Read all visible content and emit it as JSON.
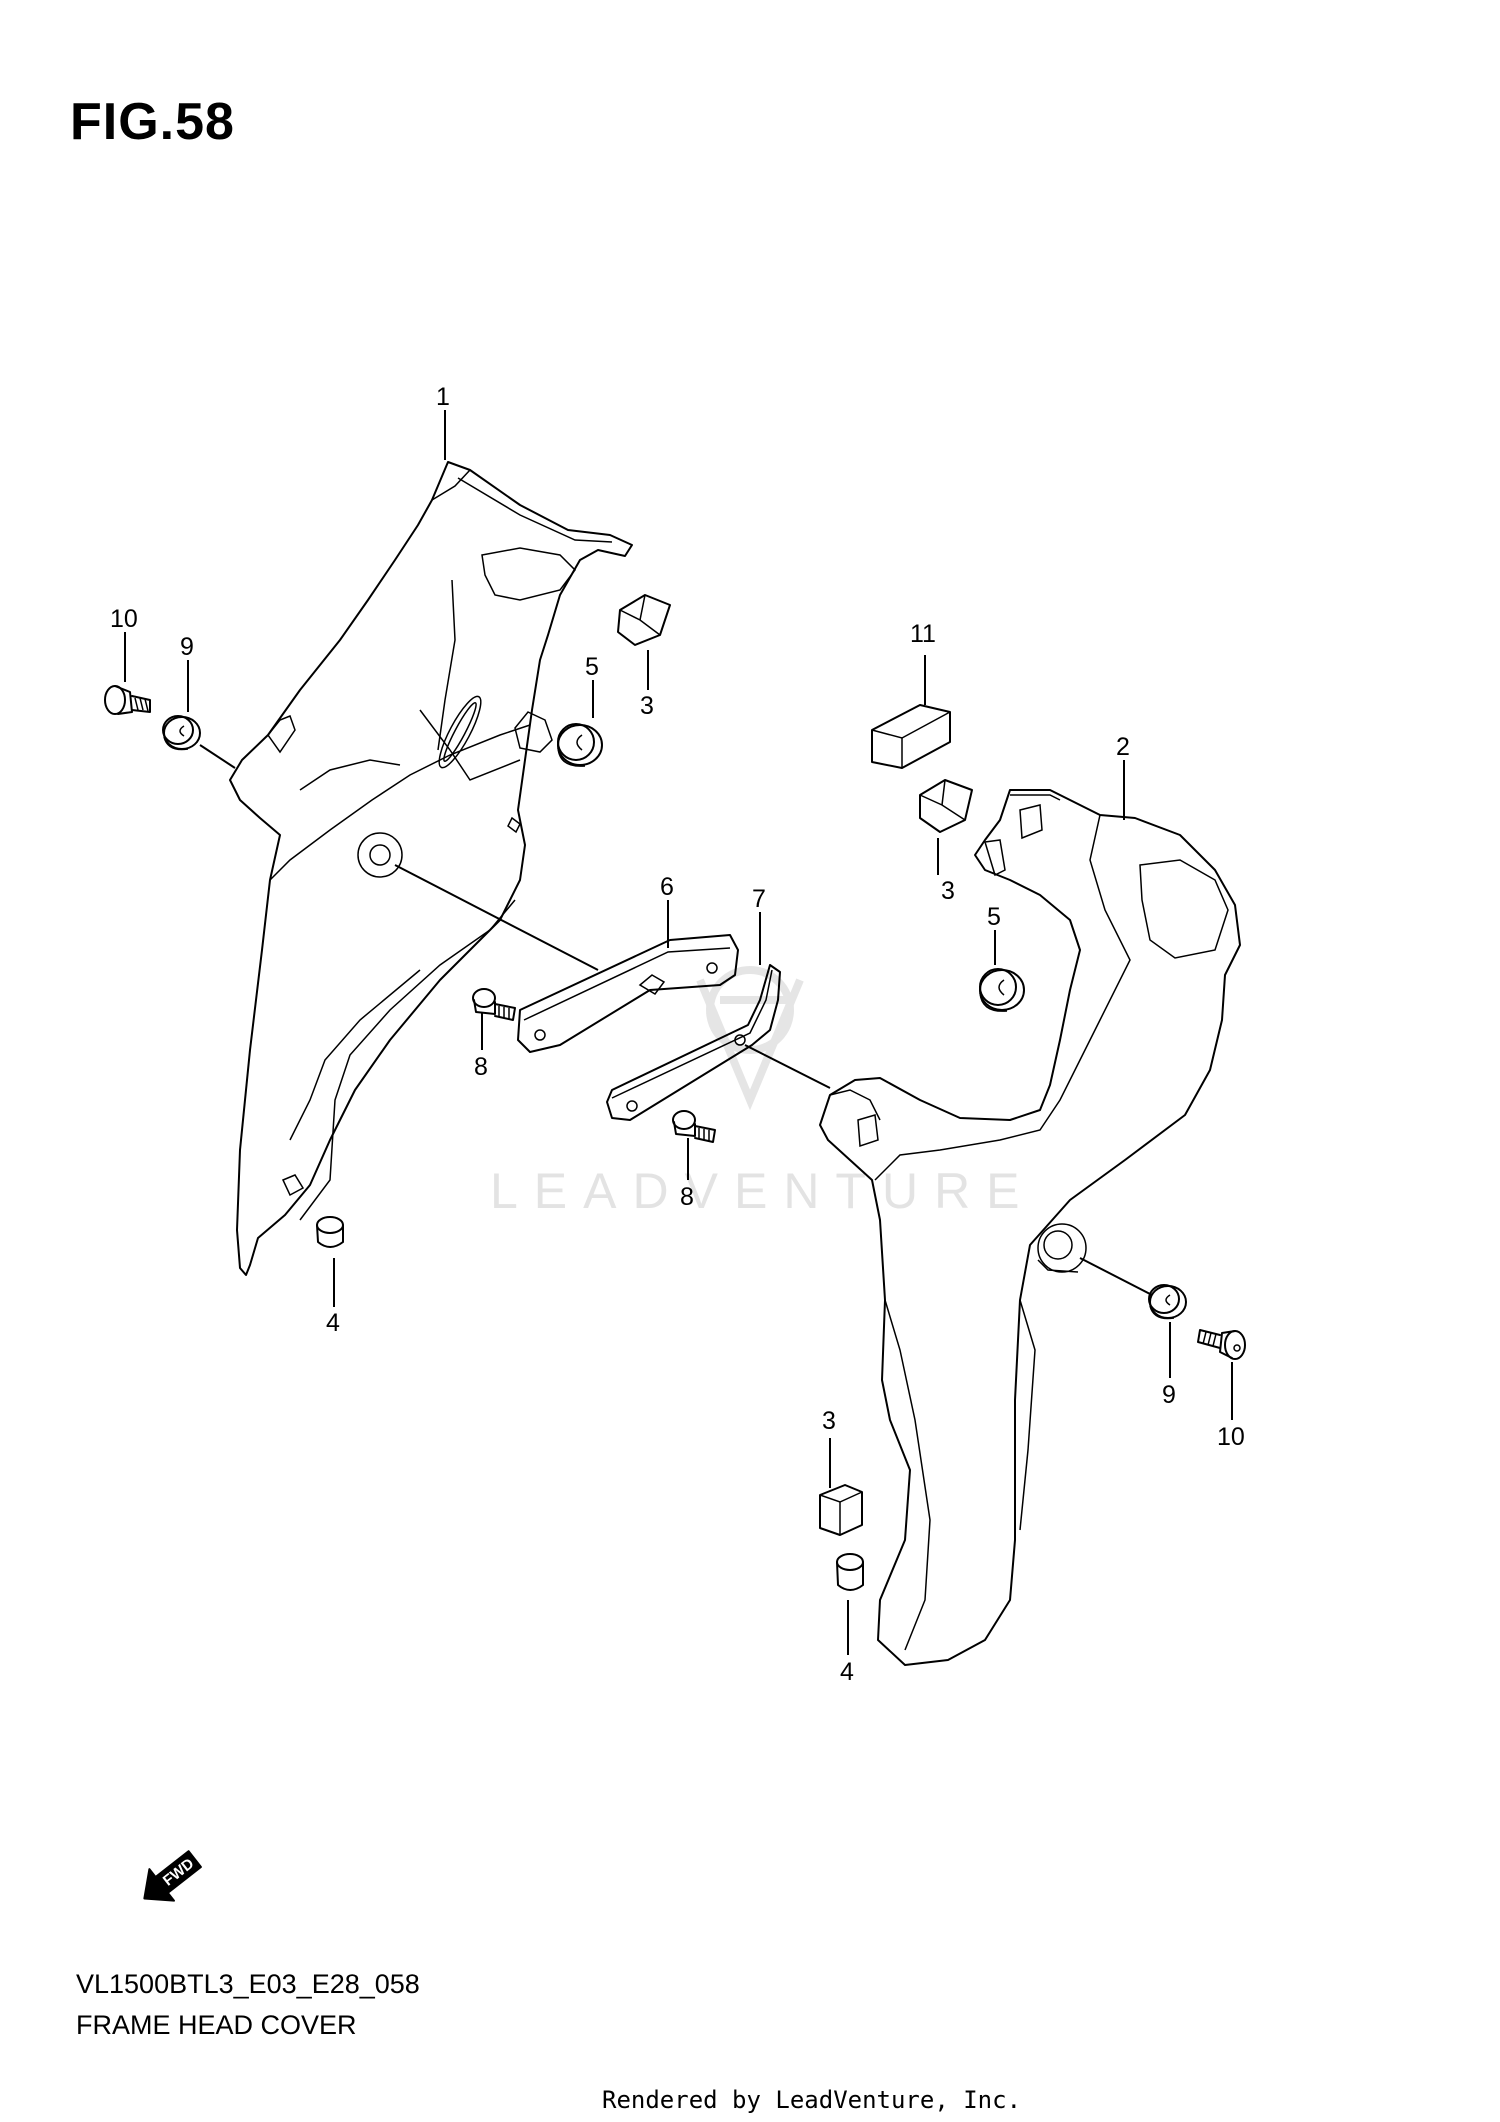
{
  "figure": {
    "title": "FIG.58"
  },
  "footer": {
    "model_code": "VL1500BTL3_E03_E28_058",
    "section_name": "FRAME HEAD COVER",
    "render_credit": "Rendered by LeadVenture, Inc."
  },
  "watermark": {
    "text": "LEADVENTURE"
  },
  "fwd_label": "FWD",
  "callouts": {
    "c1": "1",
    "c2": "2",
    "c3a": "3",
    "c3b": "3",
    "c3c": "3",
    "c4a": "4",
    "c4b": "4",
    "c5a": "5",
    "c5b": "5",
    "c6": "6",
    "c7": "7",
    "c8a": "8",
    "c8b": "8",
    "c9a": "9",
    "c9b": "9",
    "c10a": "10",
    "c10b": "10",
    "c11": "11"
  }
}
